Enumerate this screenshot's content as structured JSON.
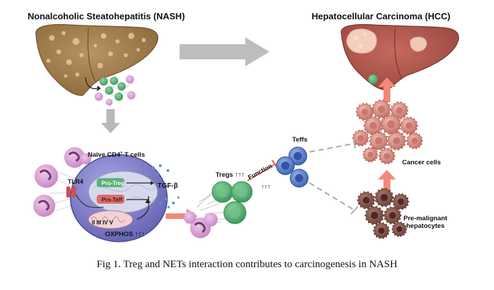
{
  "labels": {
    "nash_title": "Nonalcoholic Steatohepatitis (NASH)",
    "hcc_title": "Hepatocellular Carcinoma (HCC)",
    "naive_cd4": "Naïve CD4",
    "naive_cd4_sup": "+",
    "naive_cd4_tail": " T cells",
    "tlr4": "TLR4",
    "pro_treg": "Pro-Treg",
    "pro_teff": "Pro-Teff",
    "complexes": "II III IV  V",
    "oxphos": "OXPHOS ↑↑↑",
    "tgf_beta": "TGF-β",
    "tregs": "Tregs ↑↑↑",
    "function": "Function",
    "function_arrows": "↑↑↑",
    "teffs": "Teffs",
    "cancer_cells": "Cancer cells",
    "premalignant_1": "Pre-malignant",
    "premalignant_2": "hepatocytes"
  },
  "caption": "Fig 1. Treg and NETs interaction contributes to carcinogenesis in NASH",
  "colors": {
    "fatty_liver": "#a47d4c",
    "healthy_liver": "#b55a4f",
    "tumor": "#f1c7b7",
    "treg_green": "#5bb37a",
    "teff_blue": "#3f67b8",
    "neutrophil": "#c88ac4",
    "naive_cell": "#7b78c4",
    "arrow_gray": "#b9b9b9",
    "arrow_salmon": "#ef8a78",
    "cancer_cell": "#d88f86",
    "premalignant": "#8c5a52"
  }
}
